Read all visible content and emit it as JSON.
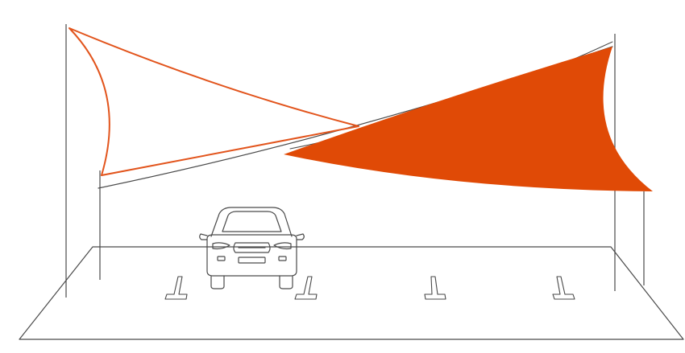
{
  "colors": {
    "background": "#ffffff",
    "line": "#4a4a4a",
    "sail_outline": "#e2541c",
    "sail_fill": "#e04a06"
  },
  "icons": {
    "car": "car-front-icon",
    "wheel_stops": "parking-wheel-stop-icon"
  },
  "scene": {
    "poles": 4,
    "sails": 2,
    "cars": 1,
    "wheel_stops": 4
  }
}
